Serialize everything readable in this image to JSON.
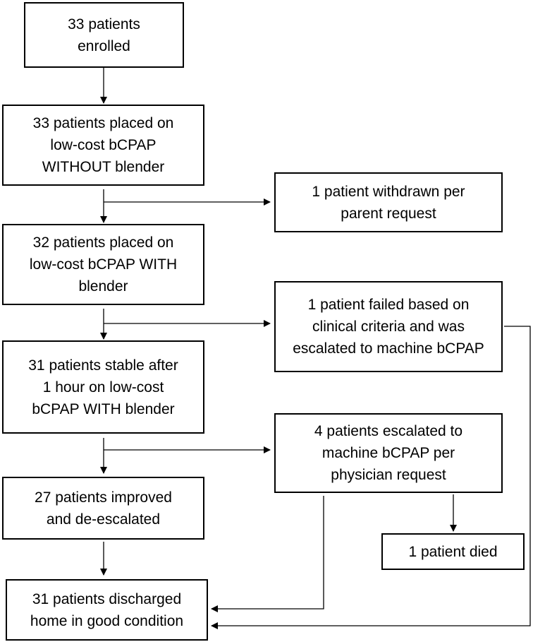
{
  "boxes": {
    "enrolled": "33 patients\nenrolled",
    "without_blender": "33 patients placed on\nlow-cost bCPAP\nWITHOUT blender",
    "withdrawn": "1 patient withdrawn per\nparent request",
    "with_blender": "32 patients placed on\nlow-cost bCPAP WITH\nblender",
    "failed": "1 patient failed based on\nclinical criteria and was\nescalated to machine bCPAP",
    "stable": "31 patients stable after\n1 hour on low-cost\nbCPAP WITH blender",
    "escalated": "4 patients escalated to\nmachine bCPAP per\nphysician request",
    "improved": "27 patients improved\nand de-escalated",
    "died": "1 patient died",
    "discharged": "31 patients discharged\nhome in good condition"
  }
}
